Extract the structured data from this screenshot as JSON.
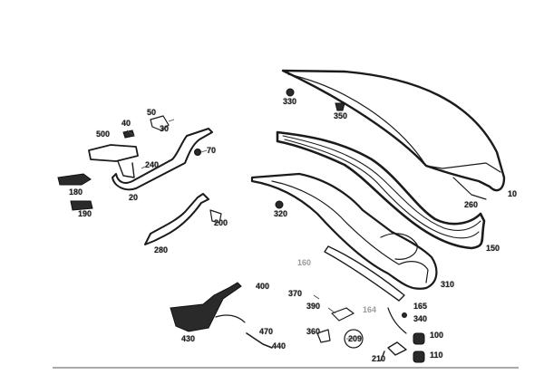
{
  "diagram": {
    "callouts": [
      {
        "id": "c-40",
        "text": "40"
      },
      {
        "id": "c-50",
        "text": "50"
      },
      {
        "id": "c-500",
        "text": "500"
      },
      {
        "id": "c-30",
        "text": "30"
      },
      {
        "id": "c-70",
        "text": "70"
      },
      {
        "id": "c-240",
        "text": "240"
      },
      {
        "id": "c-20",
        "text": "20"
      },
      {
        "id": "c-180",
        "text": "180"
      },
      {
        "id": "c-190",
        "text": "190"
      },
      {
        "id": "c-280",
        "text": "280"
      },
      {
        "id": "c-200",
        "text": "200"
      },
      {
        "id": "c-330",
        "text": "330"
      },
      {
        "id": "c-350",
        "text": "350"
      },
      {
        "id": "c-10",
        "text": "10"
      },
      {
        "id": "c-260",
        "text": "260"
      },
      {
        "id": "c-320",
        "text": "320"
      },
      {
        "id": "c-150",
        "text": "150"
      },
      {
        "id": "c-160",
        "text": "160"
      },
      {
        "id": "c-310",
        "text": "310"
      },
      {
        "id": "c-400",
        "text": "400"
      },
      {
        "id": "c-370",
        "text": "370"
      },
      {
        "id": "c-390",
        "text": "390"
      },
      {
        "id": "c-164",
        "text": "164"
      },
      {
        "id": "c-165",
        "text": "165"
      },
      {
        "id": "c-340",
        "text": "340"
      },
      {
        "id": "c-360",
        "text": "360"
      },
      {
        "id": "c-470",
        "text": "470"
      },
      {
        "id": "c-440",
        "text": "440"
      },
      {
        "id": "c-430",
        "text": "430"
      },
      {
        "id": "c-100",
        "text": "100"
      },
      {
        "id": "c-110",
        "text": "110"
      },
      {
        "id": "c-210",
        "text": "210"
      },
      {
        "id": "c-209",
        "text": "209"
      }
    ]
  }
}
